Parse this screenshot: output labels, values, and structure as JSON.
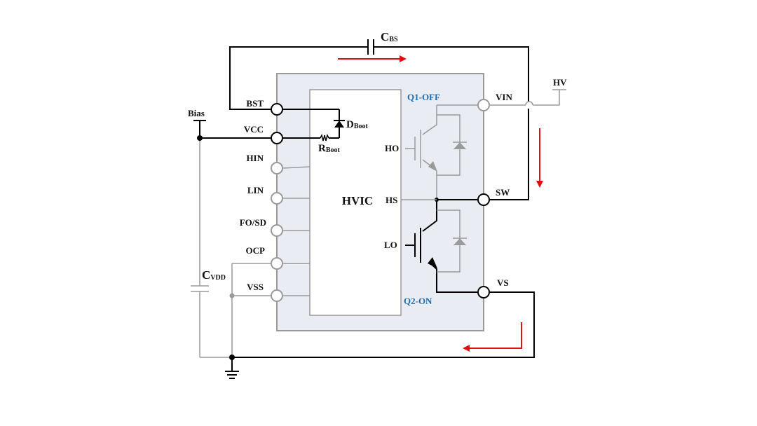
{
  "diagram": {
    "chip": {
      "label": "HVIC"
    },
    "pins_left": {
      "bst": "BST",
      "vcc": "VCC",
      "hin": "HIN",
      "lin": "LIN",
      "fo_sd": "FO/SD",
      "ocp": "OCP",
      "vss": "VSS"
    },
    "pins_right": {
      "vin": "VIN",
      "sw": "SW",
      "vs": "VS"
    },
    "gate_labels": {
      "ho": "HO",
      "hs": "HS",
      "lo": "LO"
    },
    "switch_states": {
      "q1": "Q1-OFF",
      "q2": "Q2-ON"
    },
    "components": {
      "cbs_main": "C",
      "cbs_sub": "BS",
      "dboot_main": "D",
      "dboot_sub": "Boot",
      "rboot_main": "R",
      "rboot_sub": "Boot",
      "cvdd_main": "C",
      "cvdd_sub": "VDD"
    },
    "external": {
      "bias": "Bias",
      "hv": "HV"
    },
    "colors": {
      "module_fill": "#e9edf3",
      "module_border": "#9a9a9a",
      "active_wire": "#000000",
      "inactive_wire": "#9a9a9a",
      "current_arrow": "#e01010",
      "state_label": "#1f6fb0"
    }
  }
}
